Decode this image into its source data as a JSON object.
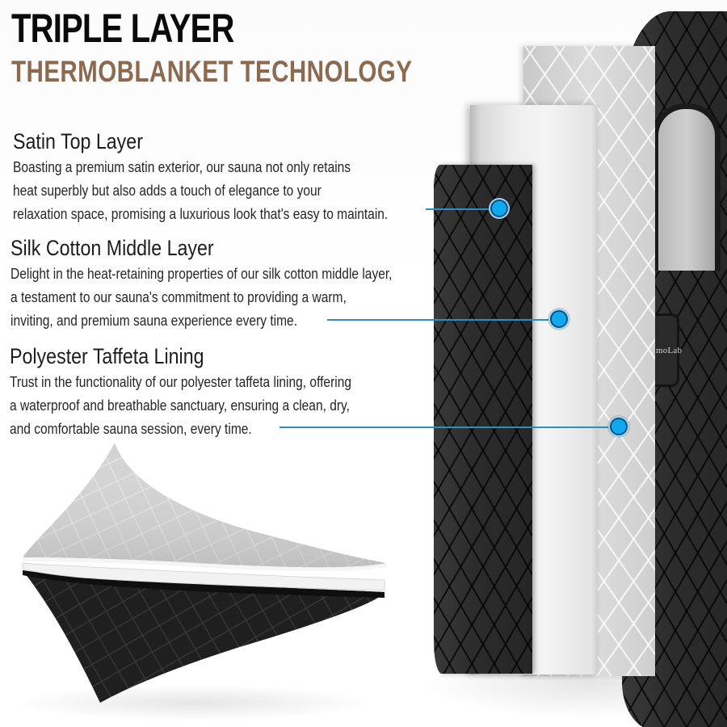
{
  "header": {
    "title": "TRIPLE LAYER",
    "subtitle": "THERMOBLANKET TECHNOLOGY"
  },
  "layers": [
    {
      "heading": "Satin Top Layer",
      "lines": [
        "Boasting a premium satin exterior, our sauna not only retains",
        "heat superbly but also adds a touch of elegance to your",
        "relaxation space, promising a luxurious look that's easy to maintain."
      ]
    },
    {
      "heading": "Silk Cotton Middle Layer",
      "lines": [
        "Delight in the heat-retaining properties of our silk cotton middle layer,",
        "a testament to our sauna's commitment to providing a warm,",
        "inviting, and premium sauna experience every time."
      ]
    },
    {
      "heading": "Polyester Taffeta Lining",
      "lines": [
        "Trust in the functionality of our polyester taffeta lining, offering",
        "a waterproof and breathable sanctuary, ensuring a clean, dry,",
        "and comfortable sauna session, every time."
      ]
    }
  ],
  "product": {
    "brand_fragment": "moLab"
  },
  "colors": {
    "title": "#0b0b0b",
    "subtitle": "#8b6a4f",
    "callout_dot": "#10a8ef",
    "callout_line": "#2f8dbf",
    "fabric_dark": "#2b2b2b",
    "fabric_light": "#d4d4d4"
  }
}
